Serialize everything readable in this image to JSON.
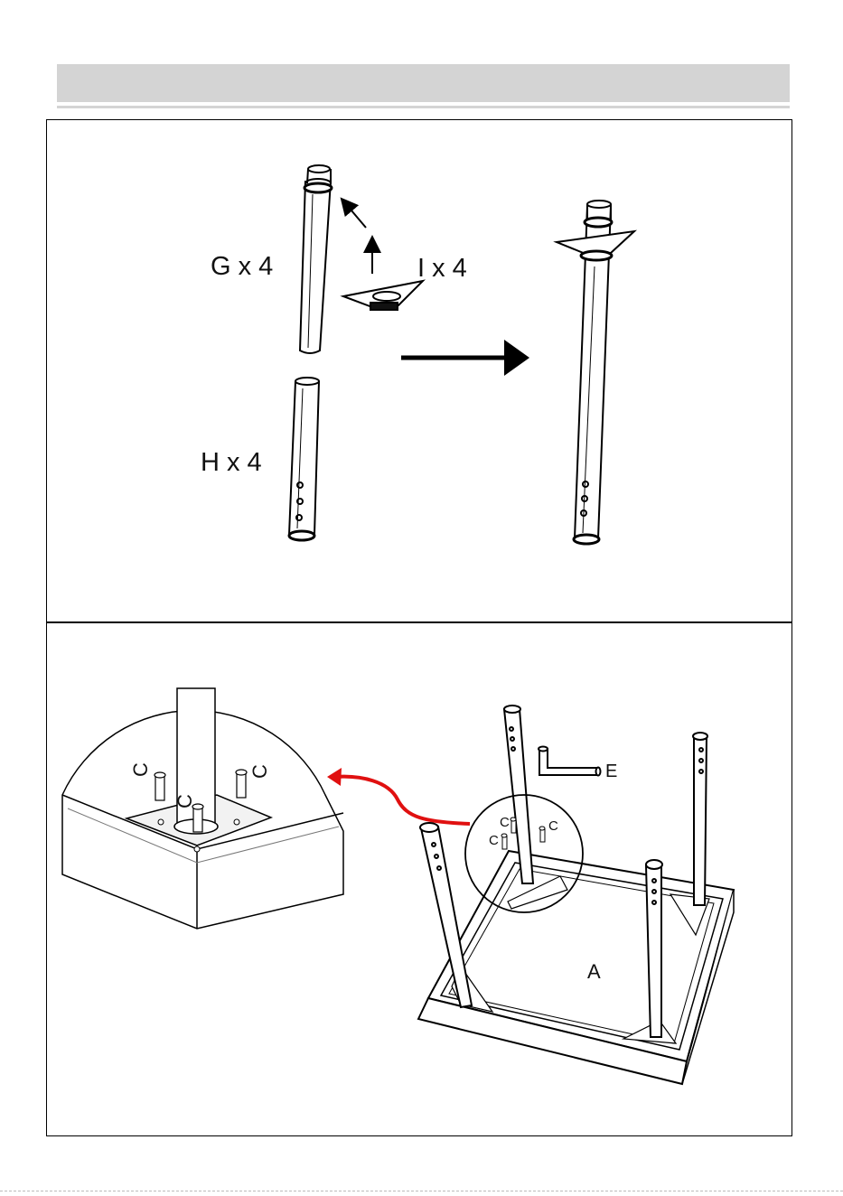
{
  "header": {
    "title": ""
  },
  "step1": {
    "part_g": "G x 4",
    "part_h": "H x 4",
    "part_i": "I x 4"
  },
  "step2": {
    "label_a": "A",
    "label_e": "E",
    "label_c": "C"
  }
}
